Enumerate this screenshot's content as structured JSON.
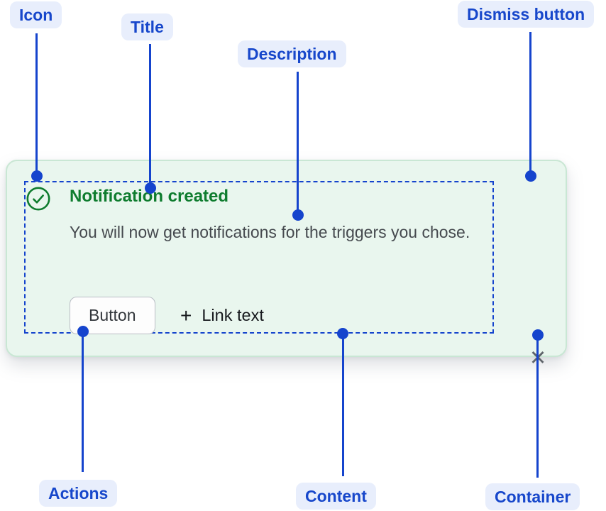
{
  "callouts": {
    "icon": "Icon",
    "title": "Title",
    "description": "Description",
    "dismiss_button": "Dismiss button",
    "actions": "Actions",
    "content": "Content",
    "container": "Container"
  },
  "notification": {
    "title": "Notification created",
    "description": "You will now get notifications for the triggers you chose.",
    "button_label": "Button",
    "link_text": "Link text"
  },
  "icons": {
    "success": "check-circle-icon",
    "plus": "+",
    "close": "✕"
  },
  "colors": {
    "callout_text": "#1747cb",
    "callout_pill_bg": "#e8eefc",
    "connector_blue": "#1544cd",
    "success_green": "#0e7c2e",
    "card_background": "#e9f6ee",
    "card_border": "#c9e7d4",
    "description_text": "#45494e",
    "close_icon_gray": "#5f646a"
  }
}
